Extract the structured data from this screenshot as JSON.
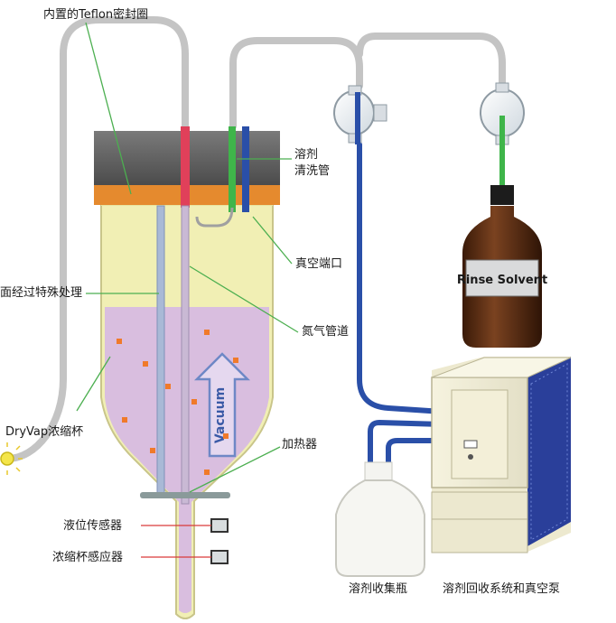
{
  "labels": {
    "teflon_seal": "内置的Teflon密封圈",
    "rinse_tube_line1": "溶剂",
    "rinse_tube_line2": "清洗管",
    "vacuum_port": "真空端口",
    "surface_treated": "面经过特殊处理",
    "nitrogen_line": "氮气管道",
    "dryvap_cup": "DryVap浓缩杯",
    "heater": "加热器",
    "level_sensor": "液位传感器",
    "cup_sensor": "浓缩杯感应器",
    "collection_bottle": "溶剂收集瓶",
    "recovery_system": "溶剂回收系统和真空泵"
  },
  "bottle_label": "Rinse Solvent",
  "vacuum_text": "Vacuum",
  "colors": {
    "tube_gray": "#c4c4c4",
    "tube_blue": "#2a4fa8",
    "tube_green": "#3fb54a",
    "nitrogen_red": "#e0405a",
    "liquid_purple": "#d6b8e3",
    "vessel_yellow": "#f1efb4",
    "teflon_orange": "#e58a2e",
    "cap_gray": "#5d5d5d",
    "leader_green": "#4caf50",
    "leader_red": "#d93a3a",
    "particle_orange": "#f07a2a",
    "bottle_brown": "#5a2e12"
  }
}
